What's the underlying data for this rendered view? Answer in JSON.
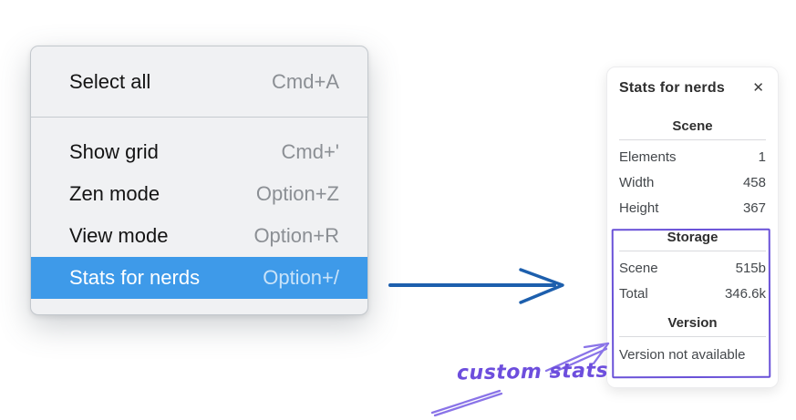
{
  "colors": {
    "menu_highlight": "#3e9ae9",
    "blue_arrow": "#1d5fad",
    "violet_annotation": "#8a74e8",
    "violet_text": "#6d4edd",
    "violet_box": "#6a52d8"
  },
  "menu": {
    "sections": [
      {
        "items": [
          {
            "label": "Select all",
            "shortcut": "Cmd+A"
          }
        ]
      },
      {
        "items": [
          {
            "label": "Show grid",
            "shortcut": "Cmd+'"
          },
          {
            "label": "Zen mode",
            "shortcut": "Option+Z"
          },
          {
            "label": "View mode",
            "shortcut": "Option+R"
          },
          {
            "label": "Stats for nerds",
            "shortcut": "Option+/",
            "highlighted": true
          }
        ]
      }
    ]
  },
  "stats_panel": {
    "title": "Stats for nerds",
    "close_icon": "✕",
    "scene": {
      "header": "Scene",
      "rows": [
        {
          "label": "Elements",
          "value": "1"
        },
        {
          "label": "Width",
          "value": "458"
        },
        {
          "label": "Height",
          "value": "367"
        }
      ]
    },
    "storage": {
      "header": "Storage",
      "rows": [
        {
          "label": "Scene",
          "value": "515b"
        },
        {
          "label": "Total",
          "value": "346.6k"
        }
      ]
    },
    "version": {
      "header": "Version",
      "note": "Version not available"
    }
  },
  "annotation": {
    "label": "custom stats"
  }
}
